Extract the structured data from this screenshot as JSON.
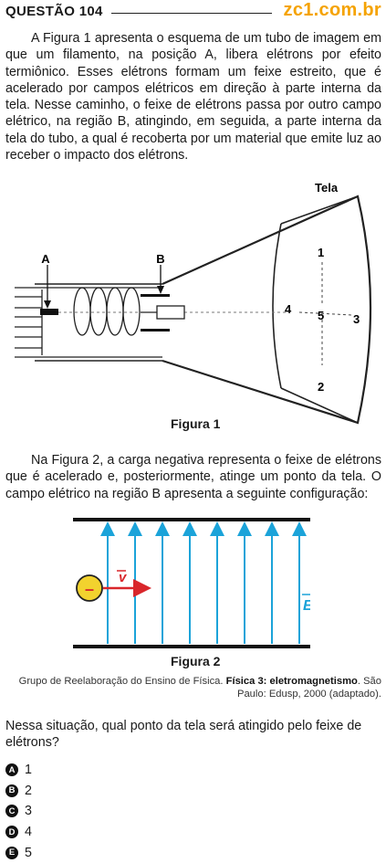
{
  "header": {
    "question_label": "QUESTÃO 104",
    "brand": "zc1.com.br"
  },
  "intro_paragraph": "A Figura 1 apresenta o esquema de um tubo de imagem em que um filamento, na posição A, libera elétrons por efeito termiônico. Esses elétrons formam um feixe estreito, que é acelerado por campos elétricos em direção à parte interna da tela. Nesse caminho, o feixe de elétrons passa por outro campo elétrico, na região B, atingindo, em seguida, a parte interna da tela do tubo, a qual é recoberta por um material que emite luz ao receber o impacto dos elétrons.",
  "figure1": {
    "screen_label": "Tela",
    "label_a": "A",
    "label_b": "B",
    "point_1": "1",
    "point_2": "2",
    "point_3": "3",
    "point_4": "4",
    "point_5": "5",
    "caption": "Figura 1"
  },
  "second_paragraph": "Na Figura 2, a carga negativa representa o feixe de elétrons que é acelerado e, posteriormente, atinge um ponto da tela. O campo elétrico na região B apresenta a seguinte configuração:",
  "figure2": {
    "charge_sign": "–",
    "velocity_label": "v",
    "field_label": "E",
    "caption": "Figura 2",
    "colors": {
      "field_lines": "#1ba3d9",
      "velocity": "#d9262b",
      "charge": "#f2d22e"
    }
  },
  "source": {
    "prefix": "Grupo de Reelaboração do Ensino de Física. ",
    "title": "Física 3: eletromagnetismo",
    "suffix": ". São Paulo: Edusp, 2000 (adaptado)."
  },
  "question": "Nessa situação, qual ponto da tela será atingido pelo feixe de elétrons?",
  "options": [
    {
      "letter": "A",
      "text": "1"
    },
    {
      "letter": "B",
      "text": "2"
    },
    {
      "letter": "C",
      "text": "3"
    },
    {
      "letter": "D",
      "text": "4"
    },
    {
      "letter": "E",
      "text": "5"
    }
  ]
}
